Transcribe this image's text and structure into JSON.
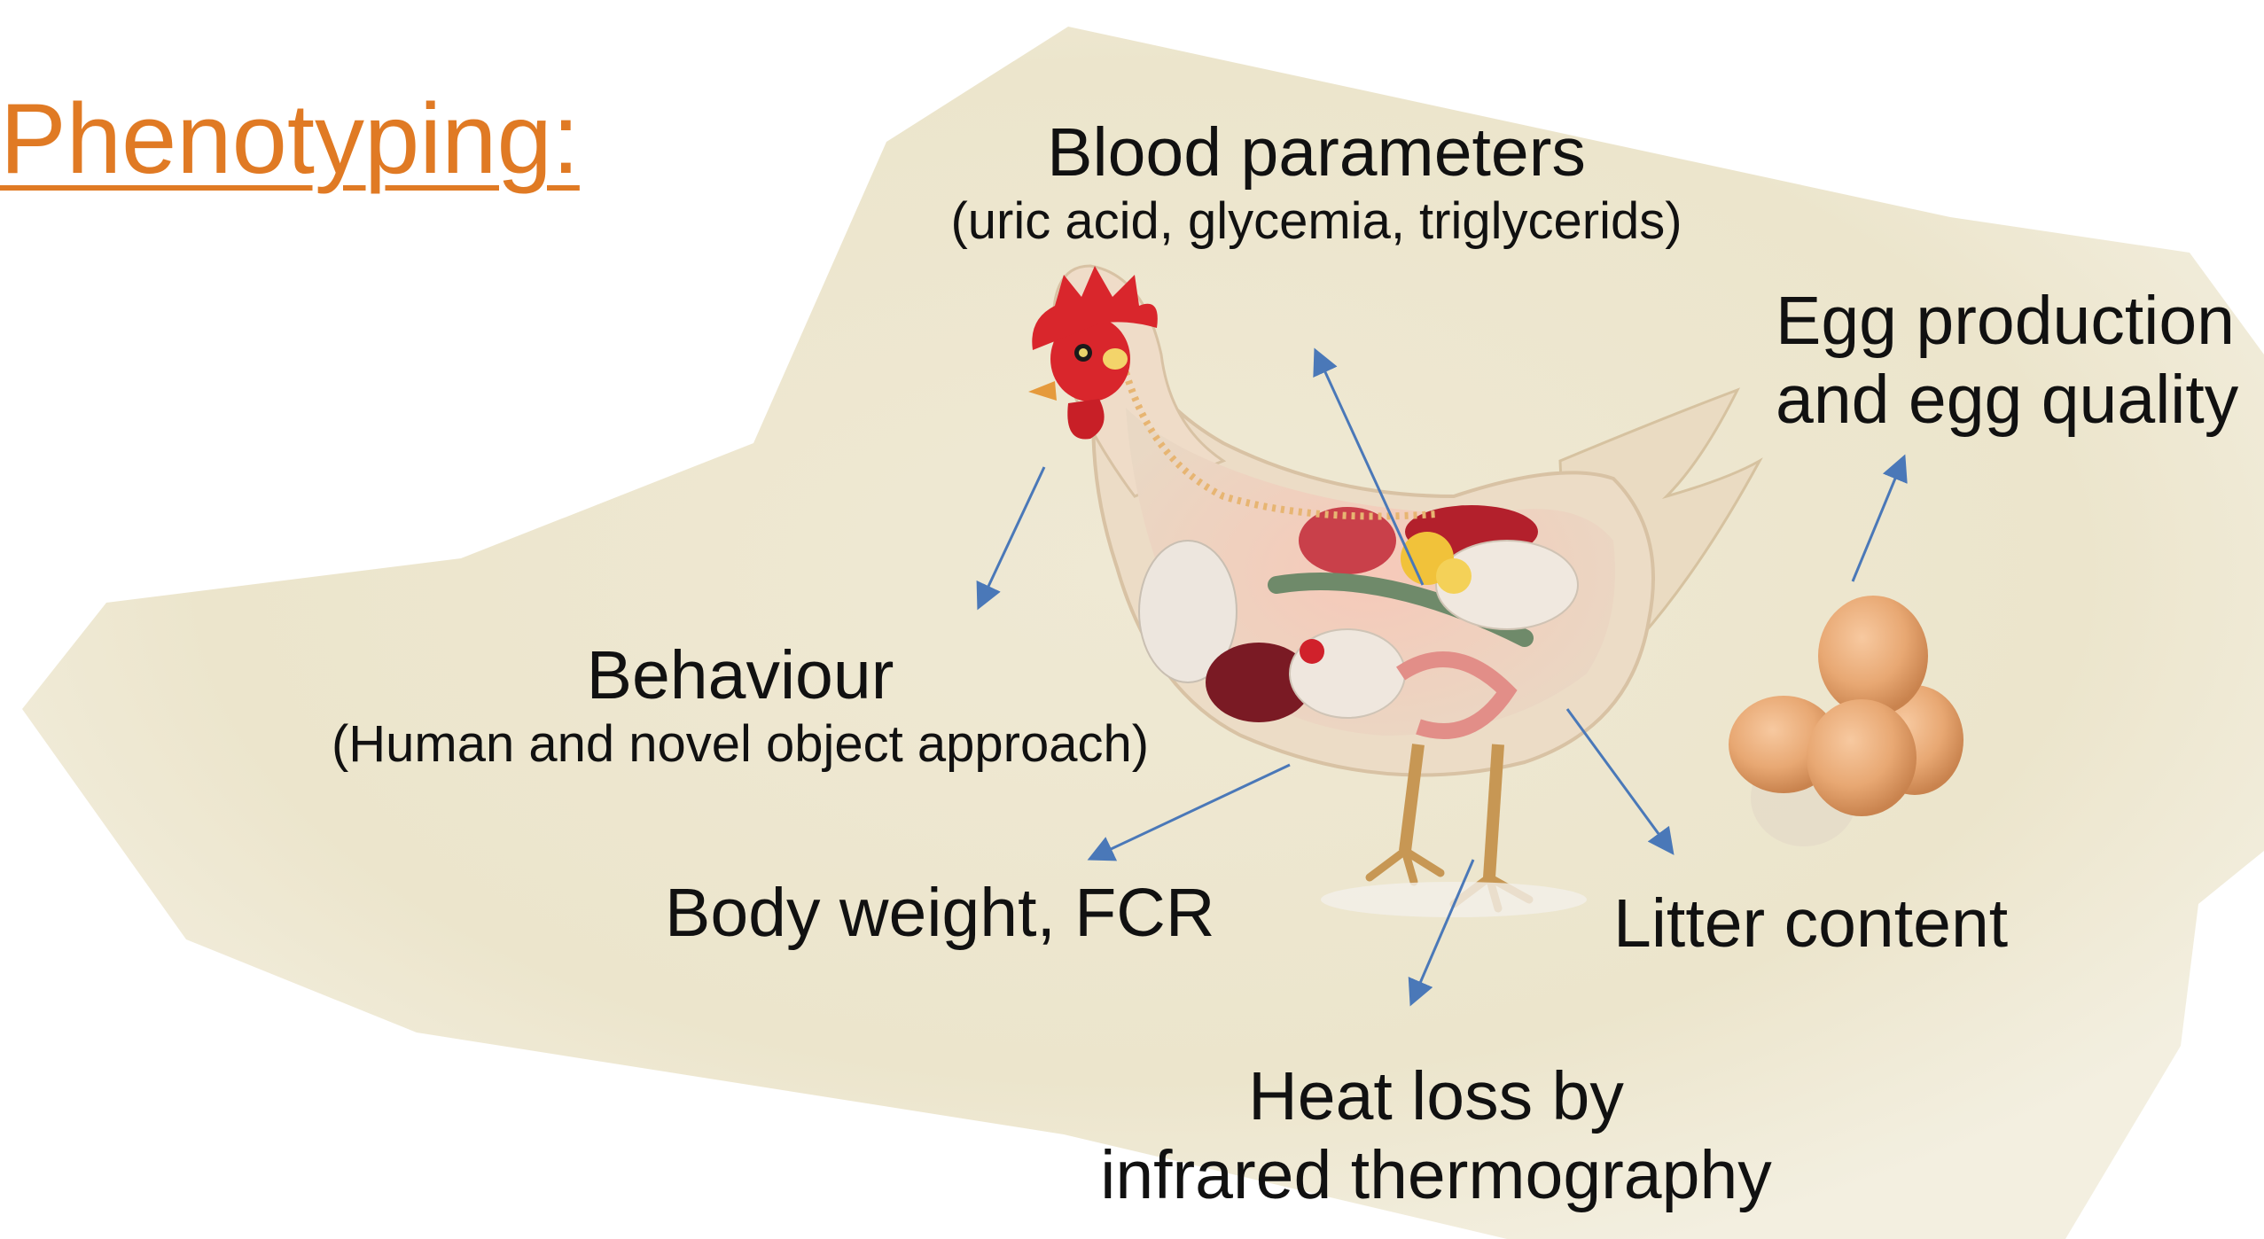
{
  "title": "Phenotyping:",
  "labels": {
    "blood": {
      "main": "Blood parameters",
      "sub": "(uric acid, glycemia, triglycerids)"
    },
    "egg": {
      "line1": "Egg production",
      "line2": "and egg quality"
    },
    "behaviour": {
      "main": "Behaviour",
      "sub": "(Human and novel object approach)"
    },
    "bodyweight": {
      "main": "Body weight, FCR"
    },
    "litter": {
      "main": "Litter content"
    },
    "heat": {
      "line1": "Heat loss by",
      "line2": "infrared thermography"
    }
  },
  "colors": {
    "title": "#e07a24",
    "background_blob": "#eee8d3",
    "arrow": "#4a78b8",
    "text": "#111111",
    "egg_shell": "#e8a873",
    "comb": "#d9262c"
  },
  "icons": [
    "hen-anatomy-illustration",
    "eggs-illustration",
    "arrow-icon"
  ]
}
